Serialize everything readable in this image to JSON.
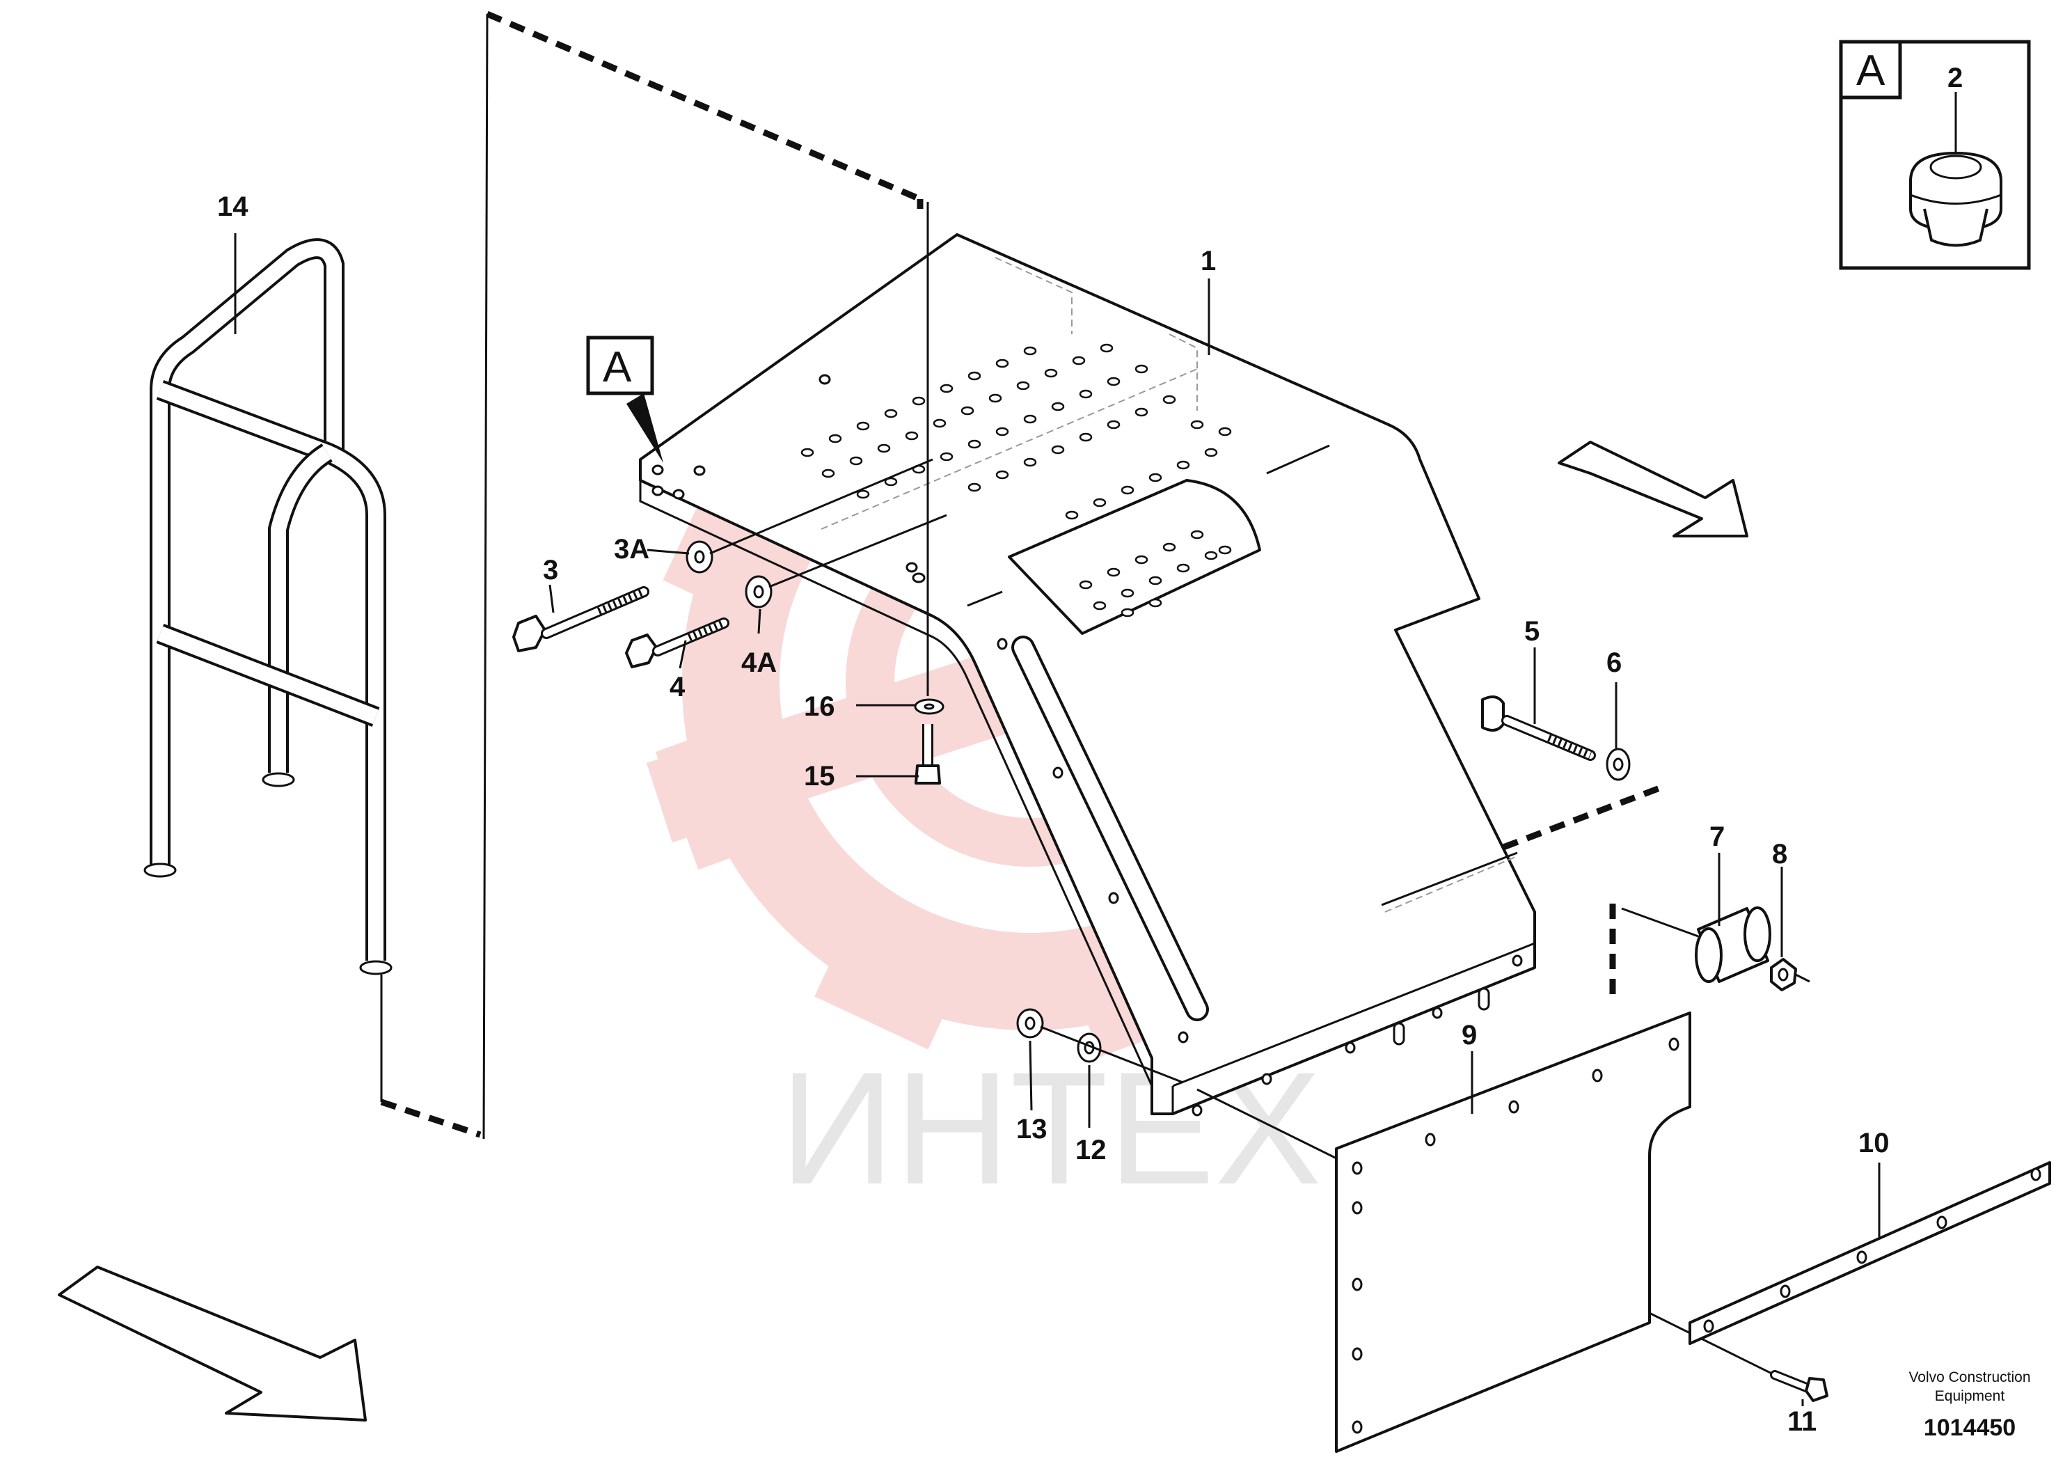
{
  "drawing": {
    "callouts": [
      {
        "id": "1",
        "text": "1"
      },
      {
        "id": "2",
        "text": "2"
      },
      {
        "id": "3",
        "text": "3"
      },
      {
        "id": "3A",
        "text": "3A"
      },
      {
        "id": "4",
        "text": "4"
      },
      {
        "id": "4A",
        "text": "4A"
      },
      {
        "id": "5",
        "text": "5"
      },
      {
        "id": "6",
        "text": "6"
      },
      {
        "id": "7",
        "text": "7"
      },
      {
        "id": "8",
        "text": "8"
      },
      {
        "id": "9",
        "text": "9"
      },
      {
        "id": "10",
        "text": "10"
      },
      {
        "id": "11",
        "text": "11"
      },
      {
        "id": "12",
        "text": "12"
      },
      {
        "id": "13",
        "text": "13"
      },
      {
        "id": "14",
        "text": "14"
      },
      {
        "id": "15",
        "text": "15"
      },
      {
        "id": "16",
        "text": "16"
      }
    ],
    "detail_box_letter": "A",
    "detail_marker_letter": "A",
    "watermark_text": "ИНТЕХ",
    "watermark_color": "#f2c9c9",
    "line_color": "#111111"
  },
  "footer": {
    "company_line1": "Volvo Construction",
    "company_line2": "Equipment",
    "drawing_number": "1014450"
  }
}
